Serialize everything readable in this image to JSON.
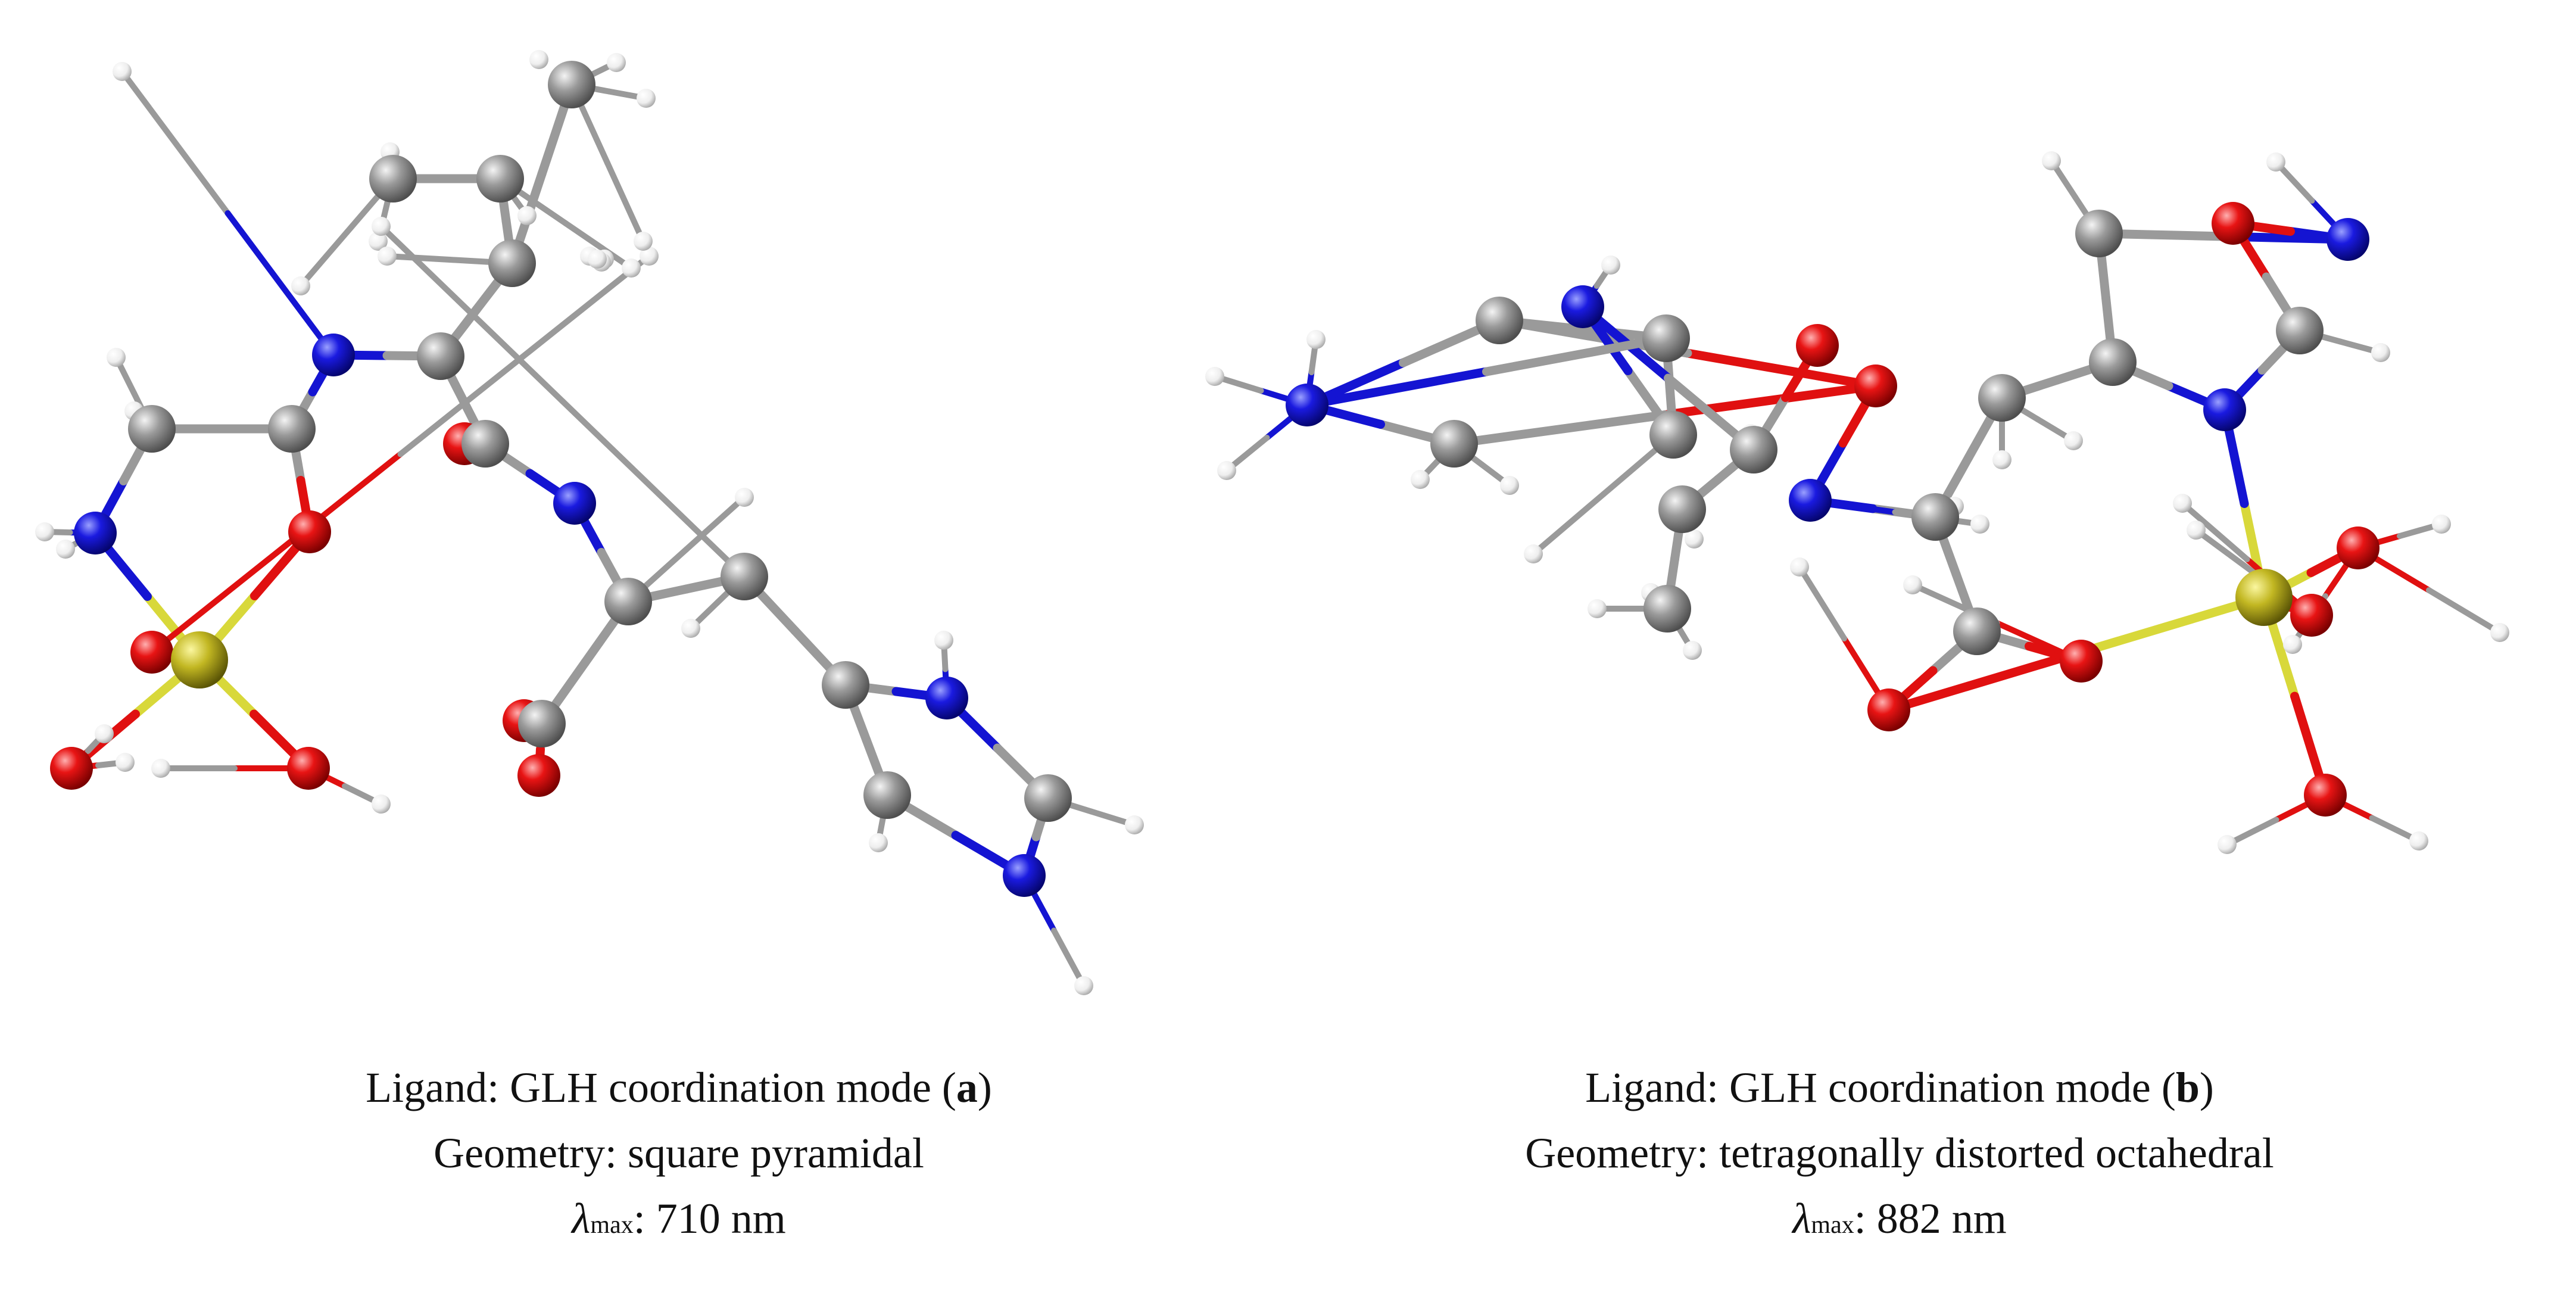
{
  "panels": [
    {
      "ligand_label": "Ligand: GLH coordination mode (",
      "ligand_letter": "a",
      "ligand_close": ")",
      "geometry_text": "Geometry: square pyramidal",
      "lambda_symbol": "λ",
      "lambda_sub": "max",
      "lambda_value": ": 710 nm"
    },
    {
      "ligand_label": "Ligand: GLH coordination mode (",
      "ligand_letter": "b",
      "ligand_close": ")",
      "geometry_text": "Geometry: tetragonally distorted octahedral",
      "lambda_symbol": "λ",
      "lambda_sub": "max",
      "lambda_value": ": 882 nm"
    }
  ],
  "colors": {
    "carbon": "#8c8c8c",
    "nitrogen": "#1414d2",
    "oxygen": "#e01010",
    "hydrogen": "#f0f0f0",
    "copper": "#bdb21c",
    "bond_gray": "#9a9a9a",
    "bond_metal": "#d8d83a"
  },
  "molecules": {
    "a": {
      "atoms": [
        {
          "el": "Cu"
        },
        {
          "el": "N"
        },
        {
          "el": "C"
        },
        {
          "el": "C"
        },
        {
          "el": "O"
        },
        {
          "el": "N"
        },
        {
          "el": "C"
        },
        {
          "el": "C"
        },
        {
          "el": "C"
        },
        {
          "el": "C"
        },
        {
          "el": "C"
        },
        {
          "el": "C"
        },
        {
          "el": "O"
        },
        {
          "el": "N"
        },
        {
          "el": "C"
        },
        {
          "el": "C"
        },
        {
          "el": "O"
        },
        {
          "el": "O"
        },
        {
          "el": "C"
        },
        {
          "el": "C"
        },
        {
          "el": "C"
        },
        {
          "el": "N"
        },
        {
          "el": "N"
        },
        {
          "el": "C"
        },
        {
          "el": "O"
        },
        {
          "el": "O"
        },
        {
          "el": "O"
        },
        {
          "el": "H"
        },
        {
          "el": "H"
        },
        {
          "el": "H"
        },
        {
          "el": "H"
        },
        {
          "el": "H"
        },
        {
          "el": "H"
        },
        {
          "el": "H"
        },
        {
          "el": "H"
        },
        {
          "el": "H"
        },
        {
          "el": "H"
        },
        {
          "el": "H"
        },
        {
          "el": "H"
        },
        {
          "el": "H"
        },
        {
          "el": "H"
        },
        {
          "el": "H"
        },
        {
          "el": "H"
        },
        {
          "el": "H"
        },
        {
          "el": "H"
        },
        {
          "el": "H"
        },
        {
          "el": "H"
        },
        {
          "el": "H"
        },
        {
          "el": "H"
        },
        {
          "el": "H"
        },
        {
          "el": "H"
        },
        {
          "el": "H"
        },
        {
          "el": "H"
        },
        {
          "el": "H"
        },
        {
          "el": "H"
        },
        {
          "el": "H"
        },
        {
          "el": "H"
        },
        {
          "el": "H"
        }
      ]
    },
    "b": {
      "atoms": [
        {
          "el": "Cu"
        },
        {
          "el": "N"
        },
        {
          "el": "C"
        },
        {
          "el": "C"
        },
        {
          "el": "O"
        },
        {
          "el": "N"
        },
        {
          "el": "C"
        },
        {
          "el": "C"
        },
        {
          "el": "O"
        },
        {
          "el": "N"
        },
        {
          "el": "C"
        },
        {
          "el": "C"
        },
        {
          "el": "O"
        },
        {
          "el": "O"
        },
        {
          "el": "C"
        },
        {
          "el": "C"
        },
        {
          "el": "C"
        },
        {
          "el": "N"
        },
        {
          "el": "C"
        },
        {
          "el": "N"
        },
        {
          "el": "C"
        },
        {
          "el": "C"
        },
        {
          "el": "C"
        },
        {
          "el": "O"
        },
        {
          "el": "O"
        },
        {
          "el": "O"
        },
        {
          "el": "O"
        },
        {
          "el": "H"
        },
        {
          "el": "H"
        },
        {
          "el": "H"
        },
        {
          "el": "H"
        },
        {
          "el": "H"
        },
        {
          "el": "H"
        },
        {
          "el": "H"
        },
        {
          "el": "H"
        },
        {
          "el": "H"
        },
        {
          "el": "H"
        },
        {
          "el": "H"
        },
        {
          "el": "H"
        },
        {
          "el": "H"
        },
        {
          "el": "H"
        },
        {
          "el": "H"
        },
        {
          "el": "H"
        },
        {
          "el": "H"
        },
        {
          "el": "H"
        },
        {
          "el": "H"
        },
        {
          "el": "H"
        },
        {
          "el": "H"
        },
        {
          "el": "H"
        },
        {
          "el": "H"
        },
        {
          "el": "H"
        },
        {
          "el": "H"
        },
        {
          "el": "H"
        },
        {
          "el": "H"
        },
        {
          "el": "H"
        },
        {
          "el": "H"
        },
        {
          "el": "H"
        }
      ]
    }
  }
}
